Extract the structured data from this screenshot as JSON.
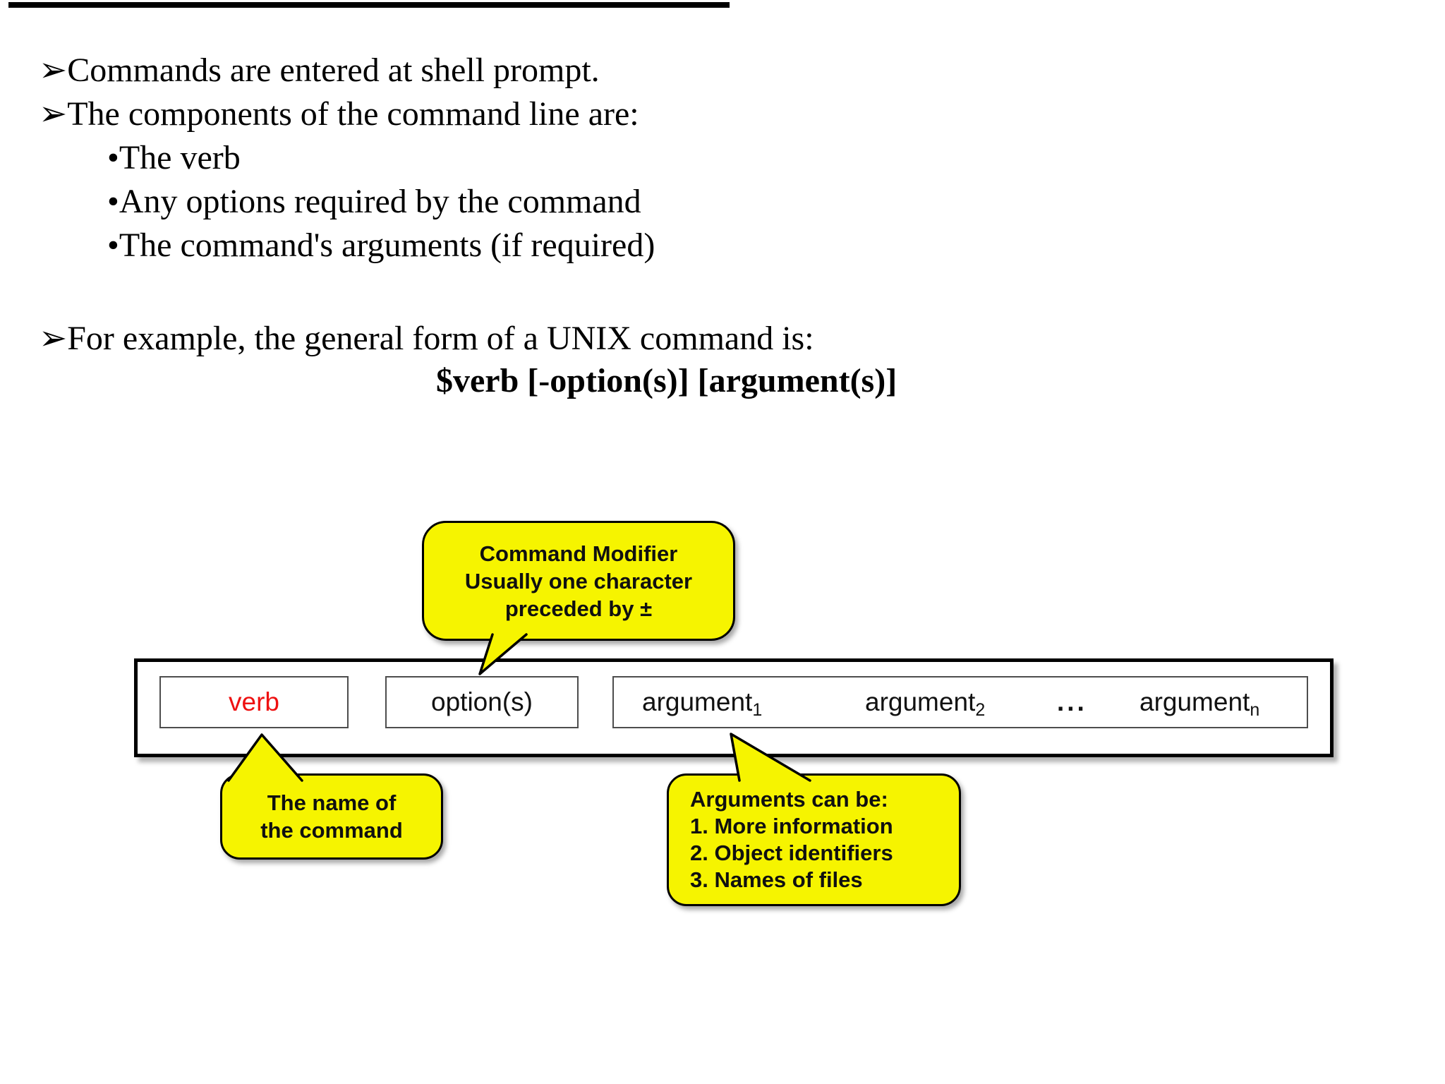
{
  "colors": {
    "background": "#ffffff",
    "text": "#000000",
    "callout_fill": "#f6f400",
    "callout_border": "#000000",
    "verb_text": "#ee1111",
    "box_border": "#000000",
    "inner_border": "#4d4d4d",
    "top_bar": "#000000"
  },
  "content": {
    "bullets": [
      {
        "marker": "➢",
        "text": "Commands are entered at shell prompt."
      },
      {
        "marker": "➢",
        "text": "The components of the command line are:"
      },
      {
        "marker": "•",
        "text": "The verb"
      },
      {
        "marker": "•",
        "text": "Any options required by the command"
      },
      {
        "marker": "•",
        "text": "The command's arguments (if required)"
      },
      {
        "marker": "➢",
        "text": "For example, the general form of a UNIX command is:"
      }
    ],
    "formula": "$verb [-option(s)] [argument(s)]"
  },
  "diagram": {
    "callout_option": {
      "lines": [
        "Command Modifier",
        "Usually one character",
        "preceded by ±"
      ]
    },
    "boxes": {
      "verb": "verb",
      "options": "option(s)",
      "args": [
        {
          "base": "argument",
          "sub": "1"
        },
        {
          "base": "argument",
          "sub": "2"
        },
        {
          "base": "...",
          "sub": ""
        },
        {
          "base": "argument",
          "sub": "n"
        }
      ]
    },
    "callout_verb": {
      "lines": [
        "The name of",
        "the command"
      ]
    },
    "callout_args": {
      "lines": [
        "Arguments can be:",
        "1. More information",
        "2. Object identifiers",
        "3. Names of files"
      ]
    }
  }
}
